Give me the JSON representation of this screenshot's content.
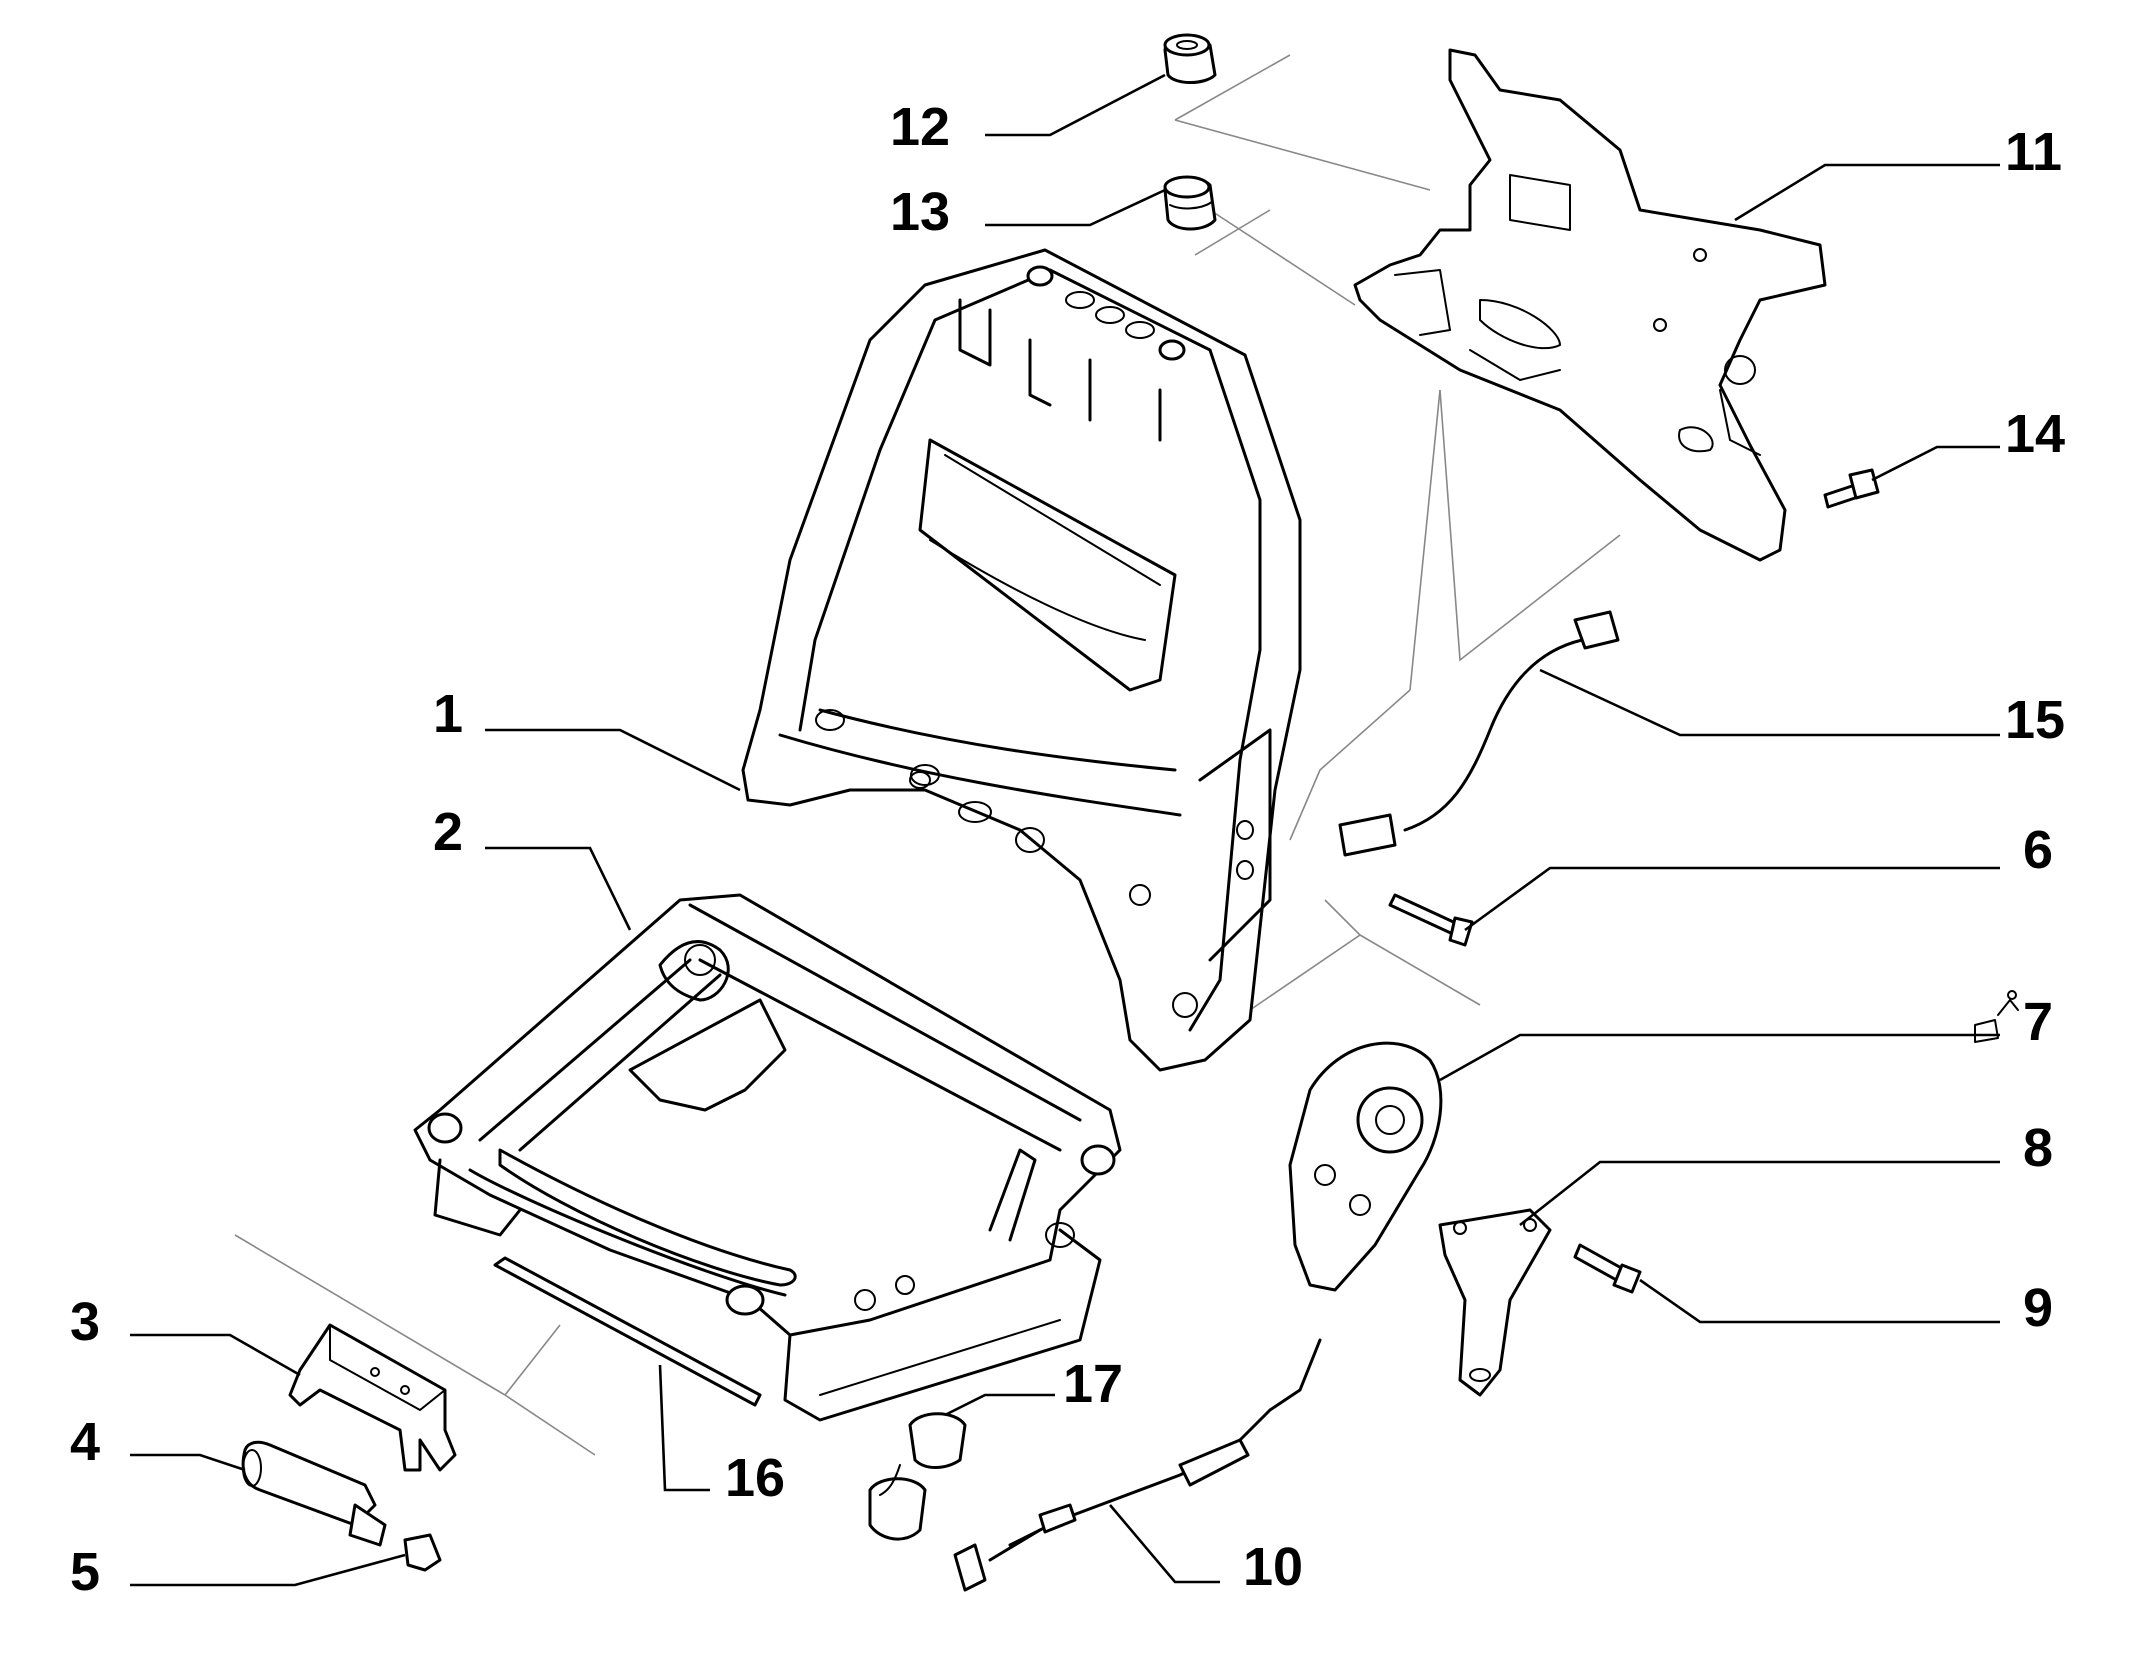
{
  "parts": [
    {
      "id": "part-1",
      "label": "1"
    },
    {
      "id": "part-2",
      "label": "2"
    },
    {
      "id": "part-3",
      "label": "3"
    },
    {
      "id": "part-4",
      "label": "4"
    },
    {
      "id": "part-5",
      "label": "5"
    },
    {
      "id": "part-6",
      "label": "6"
    },
    {
      "id": "part-7",
      "label": "7"
    },
    {
      "id": "part-8",
      "label": "8"
    },
    {
      "id": "part-9",
      "label": "9"
    },
    {
      "id": "part-10",
      "label": "10"
    },
    {
      "id": "part-11",
      "label": "11"
    },
    {
      "id": "part-12",
      "label": "12"
    },
    {
      "id": "part-13",
      "label": "13"
    },
    {
      "id": "part-14",
      "label": "14"
    },
    {
      "id": "part-15",
      "label": "15"
    },
    {
      "id": "part-16",
      "label": "16"
    },
    {
      "id": "part-17",
      "label": "17"
    }
  ]
}
